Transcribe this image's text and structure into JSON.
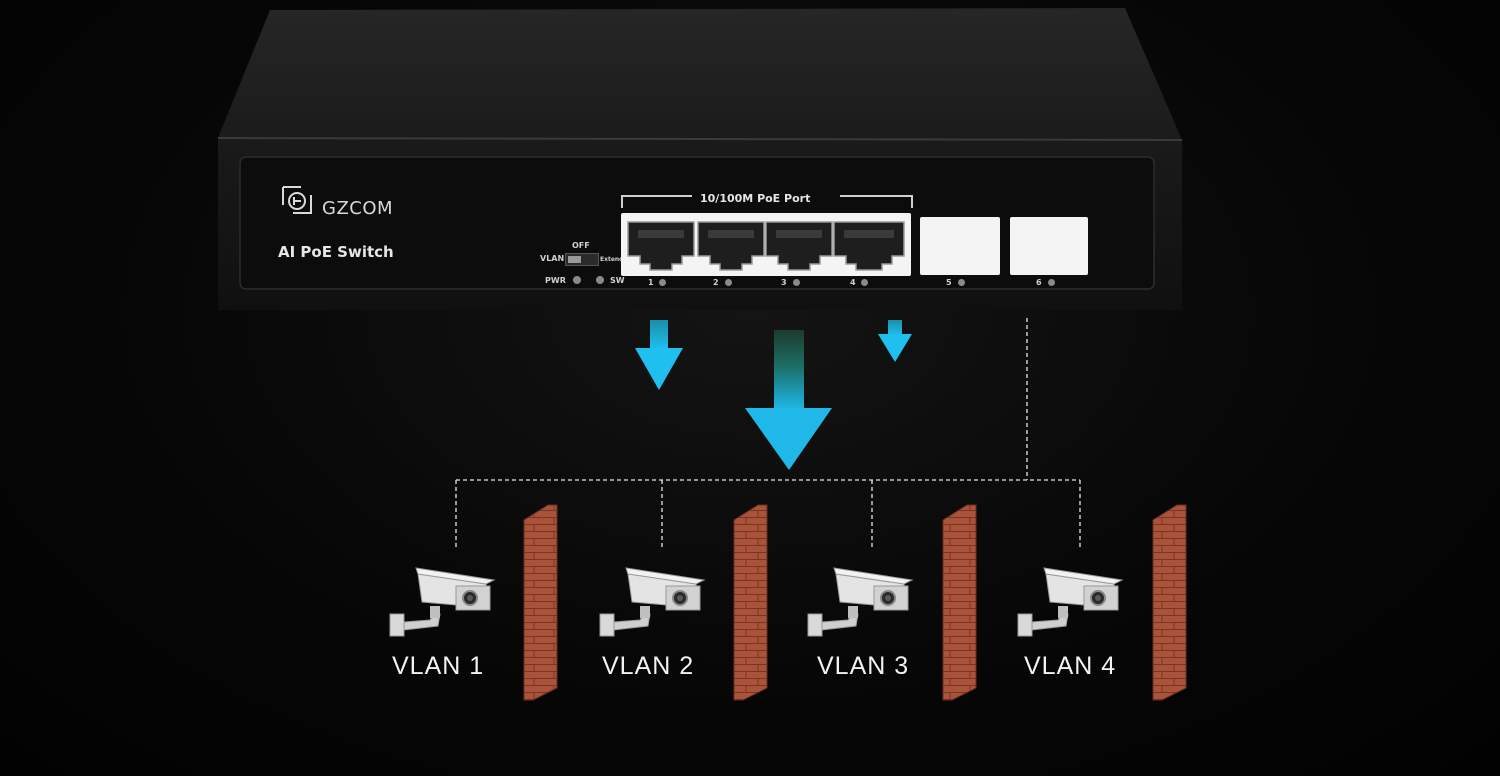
{
  "device": {
    "brand": "GZCOM",
    "model": "AI PoE Switch",
    "port_group_label": "10/100M PoE Port",
    "switch_labels": {
      "off": "OFF",
      "vlan": "VLAN",
      "extend": "Extend"
    },
    "indicator_labels": {
      "pwr": "PWR",
      "sw": "SW"
    },
    "ports": [
      {
        "number": "1"
      },
      {
        "number": "2"
      },
      {
        "number": "3"
      },
      {
        "number": "4"
      },
      {
        "number": "5"
      },
      {
        "number": "6"
      }
    ]
  },
  "vlans": [
    {
      "label": "VLAN 1"
    },
    {
      "label": "VLAN 2"
    },
    {
      "label": "VLAN 3"
    },
    {
      "label": "VLAN 4"
    }
  ],
  "colors": {
    "arrow": "#1fb8e8",
    "arrow_dark": "#1f5a3f",
    "brick": "#a9533a",
    "chassis": "#141414",
    "panel": "#0a0a0a"
  }
}
